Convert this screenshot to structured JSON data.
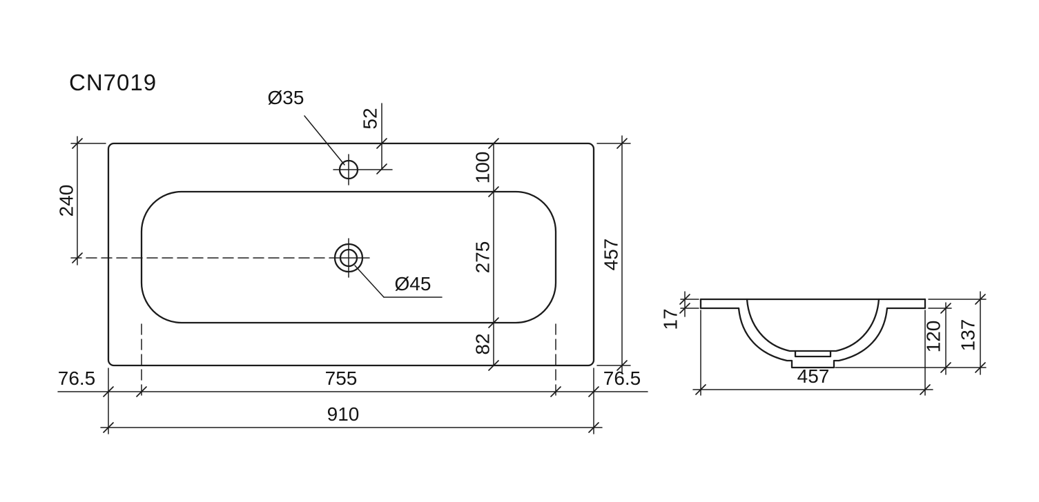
{
  "title": "CN7019",
  "plan": {
    "hole_top_label": "Ø35",
    "hole_center_label": "Ø45",
    "dim_52": "52",
    "dim_240": "240",
    "dim_100": "100",
    "dim_275": "275",
    "dim_82": "82",
    "dim_457": "457",
    "dim_margin_left": "76.5",
    "dim_inner_width": "755",
    "dim_margin_right": "76.5",
    "dim_total_width": "910"
  },
  "section": {
    "dim_thickness": "17",
    "dim_depth_inner": "120",
    "dim_depth_total": "137",
    "dim_width": "457"
  }
}
